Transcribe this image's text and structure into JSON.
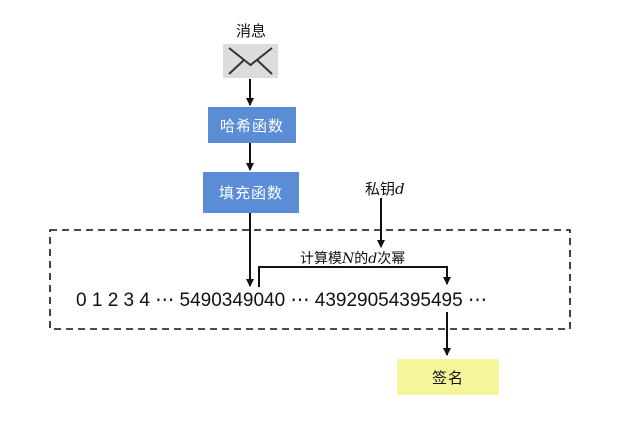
{
  "message_label": "消息",
  "hash_box": "哈希函数",
  "pad_box": "填充函数",
  "private_key": {
    "prefix": "私钥",
    "var": "d"
  },
  "compute": {
    "prefix": "计算模",
    "mod": "N",
    "middle": "的",
    "exp": "d",
    "suffix": "次幂"
  },
  "sequence": {
    "start": "0 1 2 3 4",
    "ellipsis1": "⋯",
    "value1": "5490349040",
    "ellipsis2": "⋯",
    "value2": "43929054395495",
    "ellipsis3": "⋯"
  },
  "signature_box": "签名",
  "icons": {
    "envelope": "envelope-icon"
  },
  "colors": {
    "blue_box": "#5b8dd6",
    "yellow_box": "#f6f59a",
    "envelope": "#dcdcdc"
  }
}
